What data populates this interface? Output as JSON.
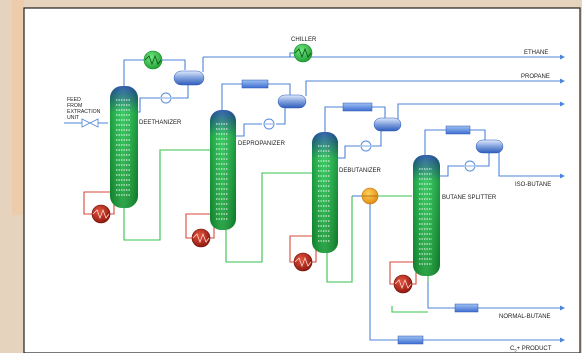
{
  "labels": {
    "feed": [
      "FEED",
      "FROM",
      "EXTRACTION",
      "UNIT"
    ],
    "chiller": "CHILLER",
    "deethanizer": "DEETHANIZER",
    "depropanizer": "DEPROPANIZER",
    "debutanizer": "DEBUTANIZER",
    "butane_splitter": "BUTANE  SPLITTER",
    "ethane": "ETHANE",
    "propane": "PROPANE",
    "iso_butane": "ISO-BUTANE",
    "normal_butane": "NORMAL-BUTANE",
    "c5_product_main": "C",
    "c5_product_sub": "5",
    "c5_product_rest": "+ PRODUCT"
  },
  "colors": {
    "column_top": "#1c4da6",
    "column_body": "#22c24f",
    "column_bottom": "#0f9a2e",
    "reboiler": "#b52418",
    "chiller": "#2ec84a",
    "vessel": "#3f6fd0",
    "pipe_blue": "#4d86d8",
    "pipe_green": "#37c24a",
    "pipe_red": "#d44a3a"
  },
  "icons": [
    "reboiler-icon",
    "chiller-icon",
    "condenser-icon",
    "reflux-drum-icon",
    "pump-icon",
    "valve-icon",
    "heat-exchanger-icon"
  ]
}
